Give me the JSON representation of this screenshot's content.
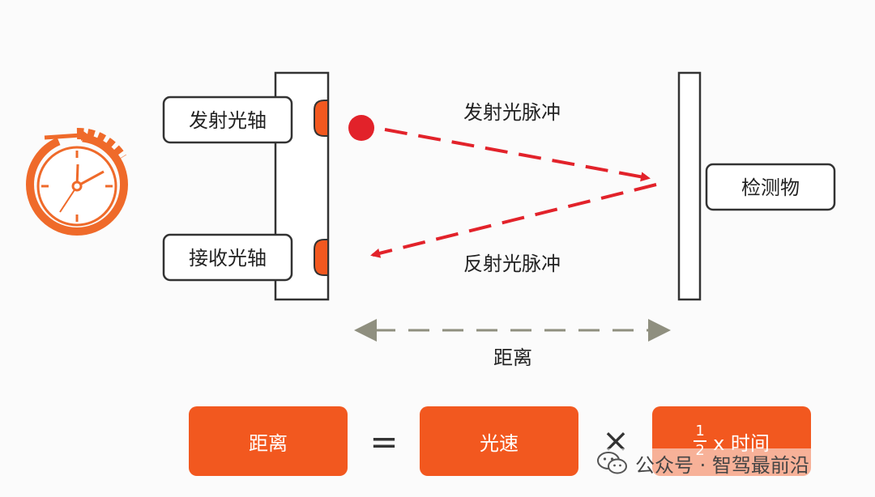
{
  "labels": {
    "emit_axis": "发射光轴",
    "receive_axis": "接收光轴",
    "emitted_pulse": "发射光脉冲",
    "reflected_pulse": "反射光脉冲",
    "target": "检测物",
    "distance": "距离"
  },
  "formula": {
    "lhs": "距离",
    "equals": "=",
    "speed": "光速",
    "times": "×",
    "half_numerator": "1",
    "half_denominator": "2",
    "time_term": "x 时间"
  },
  "watermark": {
    "text": "公众号 · 智驾最前沿",
    "icon": "wechat-icon"
  },
  "colors": {
    "accent": "#f2581f",
    "pulse": "#e2222a",
    "box_stroke": "#333333",
    "distance_arrow": "#8f8f7f",
    "clock_ring": "#ef6a2a"
  },
  "icons": {
    "timer": "stopwatch-icon"
  }
}
